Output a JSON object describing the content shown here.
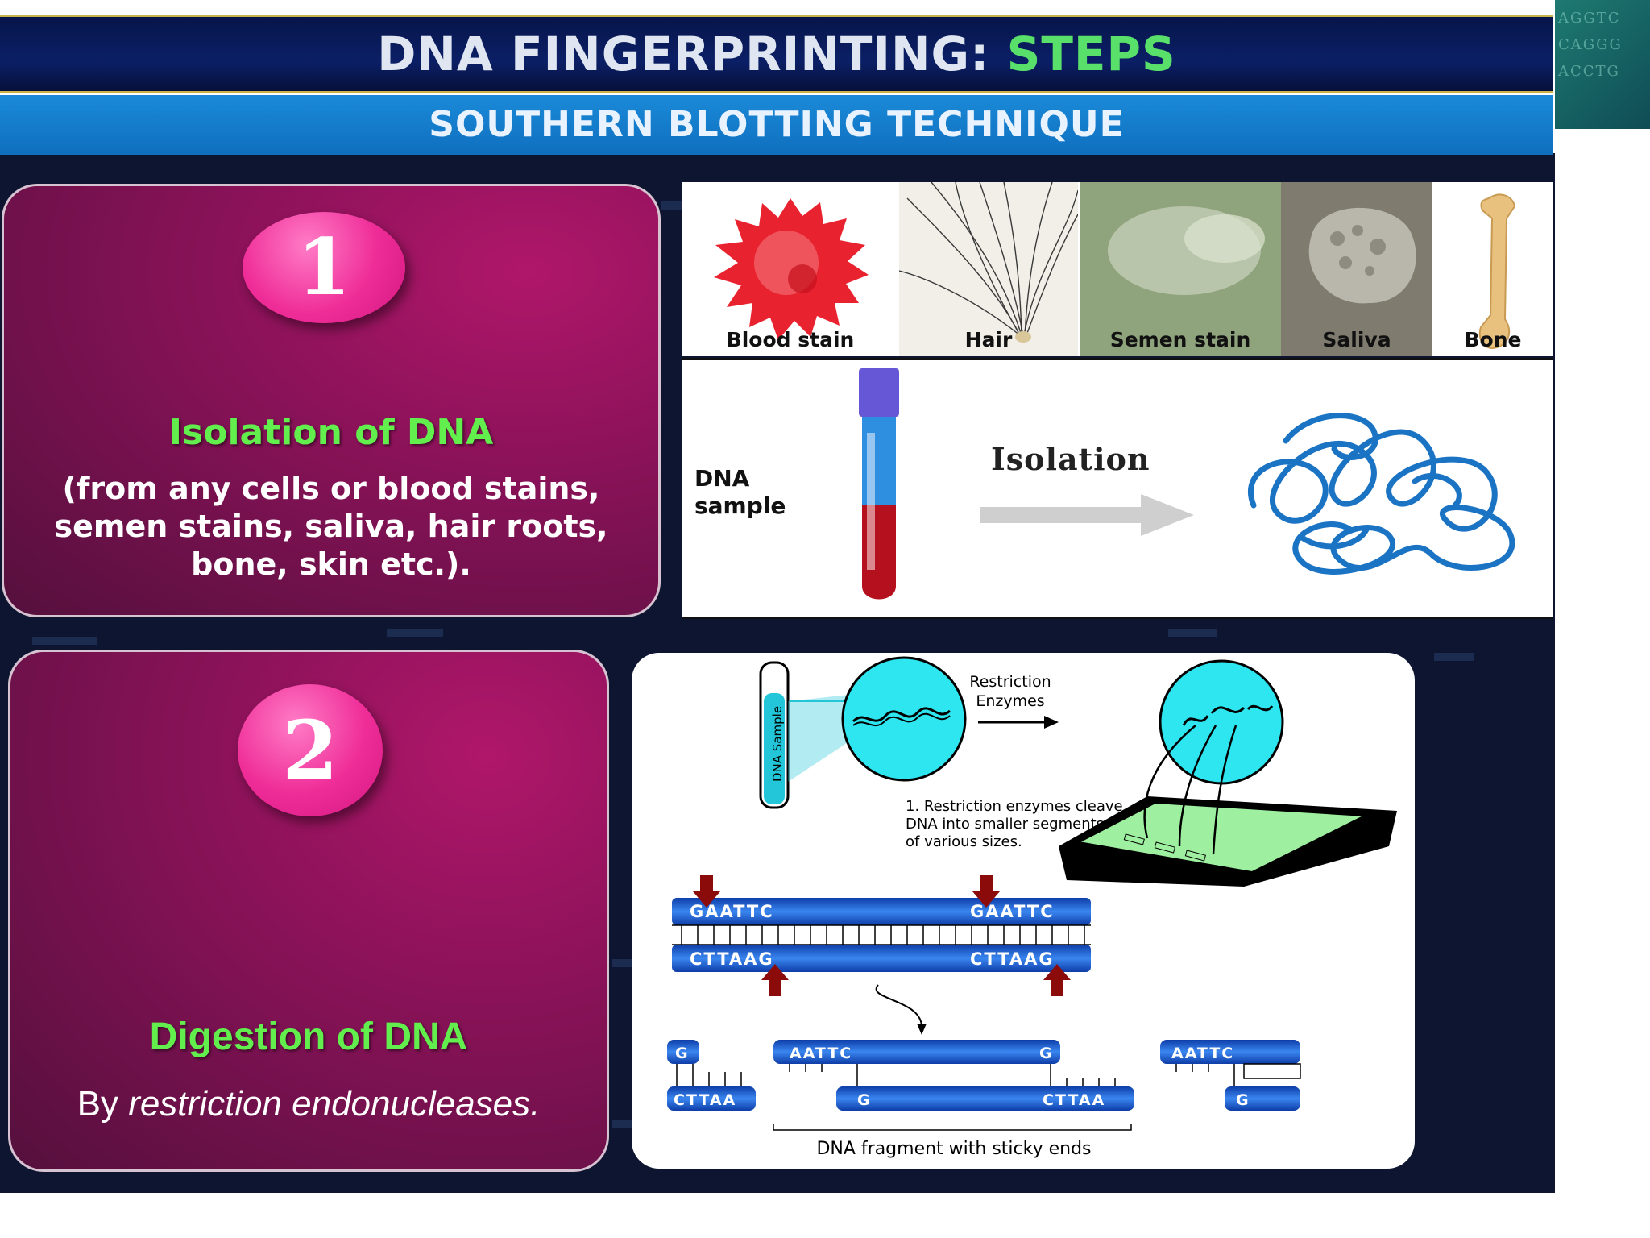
{
  "header": {
    "title_main": "DNA FINGERPRINTING: ",
    "title_accent": "STEPS",
    "subtitle": "SOUTHERN BLOTTING TECHNIQUE"
  },
  "step1": {
    "number": "1",
    "title": "Isolation of DNA",
    "description": "(from any cells or blood stains, semen stains, saliva, hair roots, bone, skin etc.).",
    "sources": [
      "Blood stain",
      "Hair",
      "Semen stain",
      "Saliva",
      "Bone"
    ],
    "diagram": {
      "sample_label_line1": "DNA",
      "sample_label_line2": "sample",
      "arrow_label": "Isolation"
    }
  },
  "step2": {
    "number": "2",
    "title": "Digestion of DNA",
    "description_prefix": "By ",
    "description_italic": "restriction endonucleases.",
    "diagram": {
      "tube_label": "DNA Sample",
      "enzyme_label_line1": "Restriction",
      "enzyme_label_line2": "Enzymes",
      "note_line1": "1. Restriction enzymes cleave",
      "note_line2": "DNA into smaller segments",
      "note_line3": "of various sizes.",
      "site_top_left": "GAATTC",
      "site_top_right": "GAATTC",
      "site_bottom_left": "CTTAAG",
      "site_bottom_right": "CTTAAG",
      "frag_left_top": "G",
      "frag_left_bottom": "CTTAA",
      "frag_mid_top_left": "AATTC",
      "frag_mid_top_right": "G",
      "frag_mid_bottom_left": "G",
      "frag_mid_bottom_right": "CTTAA",
      "frag_right_top": "AATTC",
      "frag_right_bottom": "G",
      "caption": "DNA fragment with sticky ends"
    }
  },
  "colors": {
    "title_accent": "#59e06b",
    "step_title": "#62ef4d",
    "badge": "#ef2d98",
    "card": "#8b1259",
    "dna_blue": "#1f6fd6"
  }
}
